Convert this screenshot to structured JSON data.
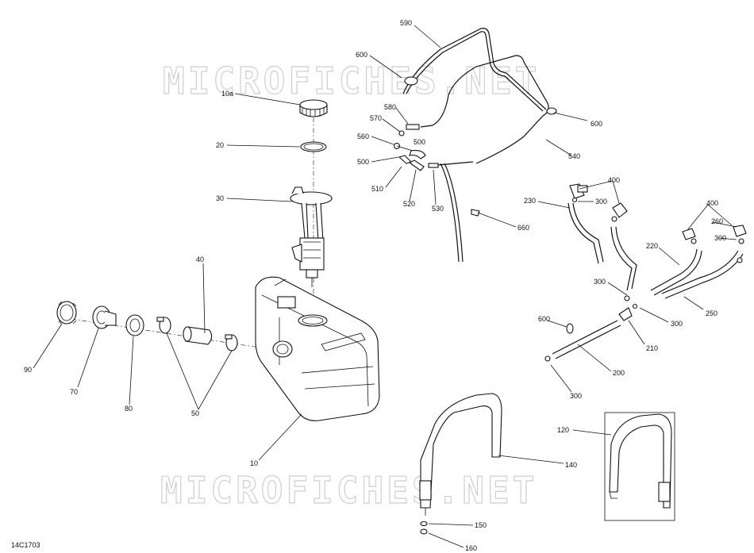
{
  "diagram": {
    "code": "14C1703",
    "watermark": "MICROFICHES.NET",
    "labels": {
      "l590": "590",
      "l600a": "600",
      "l10a": "10a",
      "l580": "580",
      "l570": "570",
      "l600b": "600",
      "l560": "560",
      "l500a": "500",
      "l500b": "500",
      "l540": "540",
      "l510": "510",
      "l520": "520",
      "l530": "530",
      "l20": "20",
      "l30": "30",
      "l400a": "400",
      "l300a": "300",
      "l230": "230",
      "l660": "660",
      "l400b": "400",
      "l260": "260",
      "l300b": "300",
      "l220": "220",
      "l40": "40",
      "l300c": "300",
      "l250": "250",
      "l600c": "600",
      "l300d": "300",
      "l210": "210",
      "l200": "200",
      "l300e": "300",
      "l90": "90",
      "l70": "70",
      "l80": "80",
      "l50": "50",
      "l10": "10",
      "l120": "120",
      "l140": "140",
      "l150": "150",
      "l160": "160"
    }
  }
}
